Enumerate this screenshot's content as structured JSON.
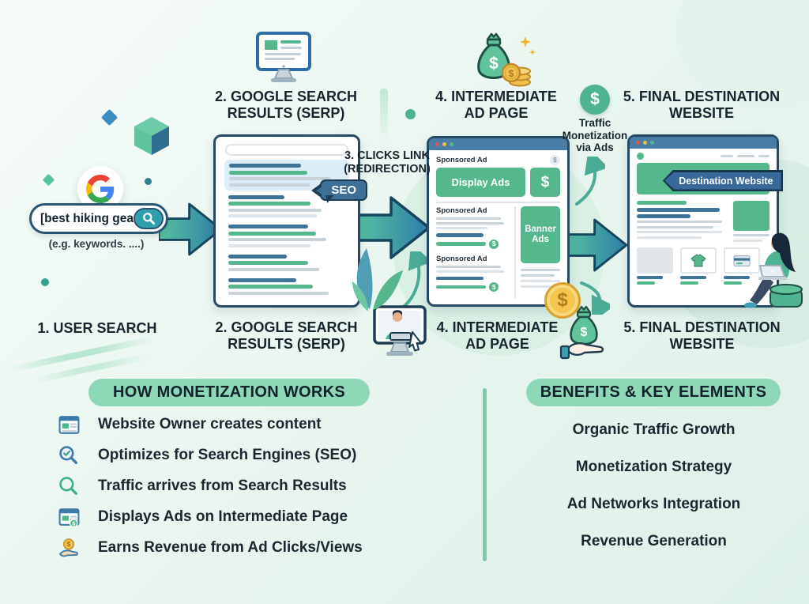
{
  "colors": {
    "accent_green": "#54b88c",
    "pill_green": "#8ed8b8",
    "steel_blue": "#3e6f96",
    "browser_bar_blue": "#4a7da6",
    "arrow_teal": "#56c2a0",
    "arrow_blue": "#2f7ea8",
    "gold_coin": "#f2c14e",
    "background_mint": "#e9f6f0"
  },
  "flow": {
    "step1": {
      "label": "1. USER SEARCH",
      "search_value": "[best hiking gear]",
      "search_hint": "(e.g. keywords. ....)",
      "icons": [
        "google-logo",
        "search-icon"
      ]
    },
    "step2": {
      "heading": "2. GOOGLE SEARCH\nRESULTS (SERP)",
      "label": "2. GOOGLE SEARCH\nRESULTS (SERP)",
      "seo_badge": "SEO",
      "icons": [
        "desktop-monitor-icon"
      ]
    },
    "step3": {
      "label": "3. CLICKS LINK\n(REDIRECTION)"
    },
    "step4": {
      "heading": "4. INTERMEDIATE\nAD PAGE",
      "label": "4. INTERMEDIATE\nAD PAGE",
      "icons": [
        "money-bag-coins-icon",
        "user-computer-icon",
        "gold-coin-icon"
      ],
      "ad_page": {
        "sponsored_1": "Sponsored Ad",
        "sponsored_2": "Sponsored Ad",
        "sponsored_3": "Sponsored Ad",
        "display_ads": "Display Ads",
        "dollar_box": "$",
        "dollar_chip": "$",
        "banner_ads": "Banner\nAds",
        "dollar_dot_1": "$",
        "dollar_dot_2": "$",
        "coin": "$"
      }
    },
    "monetization_badge": {
      "symbol": "$",
      "label": "Traffic\nMonetization\nvia Ads"
    },
    "step5": {
      "heading": "5. FINAL DESTINATION\nWEBSITE",
      "label": "5. FINAL DESTINATION\nWEBSITE",
      "site_tag": "Destination Website",
      "icons": [
        "hand-money-bag-icon",
        "woman-laptop-illustration"
      ]
    }
  },
  "how_monetization": {
    "title": "HOW MONETIZATION WORKS",
    "items": [
      {
        "icon": "browser-content-icon",
        "text": "Website Owner creates content"
      },
      {
        "icon": "search-check-icon",
        "text": "Optimizes for Search Engines (SEO)"
      },
      {
        "icon": "search-magnifier-icon",
        "text": "Traffic arrives from Search Results"
      },
      {
        "icon": "browser-ads-icon",
        "text": "Displays Ads on Intermediate Page"
      },
      {
        "icon": "hand-coin-icon",
        "text": "Earns Revenue from Ad Clicks/Views"
      }
    ]
  },
  "benefits": {
    "title": "BENEFITS & KEY ELEMENTS",
    "items": [
      {
        "text": "Organic Traffic Growth"
      },
      {
        "text": "Monetization Strategy"
      },
      {
        "text": "Ad Networks Integration"
      },
      {
        "text": "Revenue Generation"
      }
    ]
  }
}
